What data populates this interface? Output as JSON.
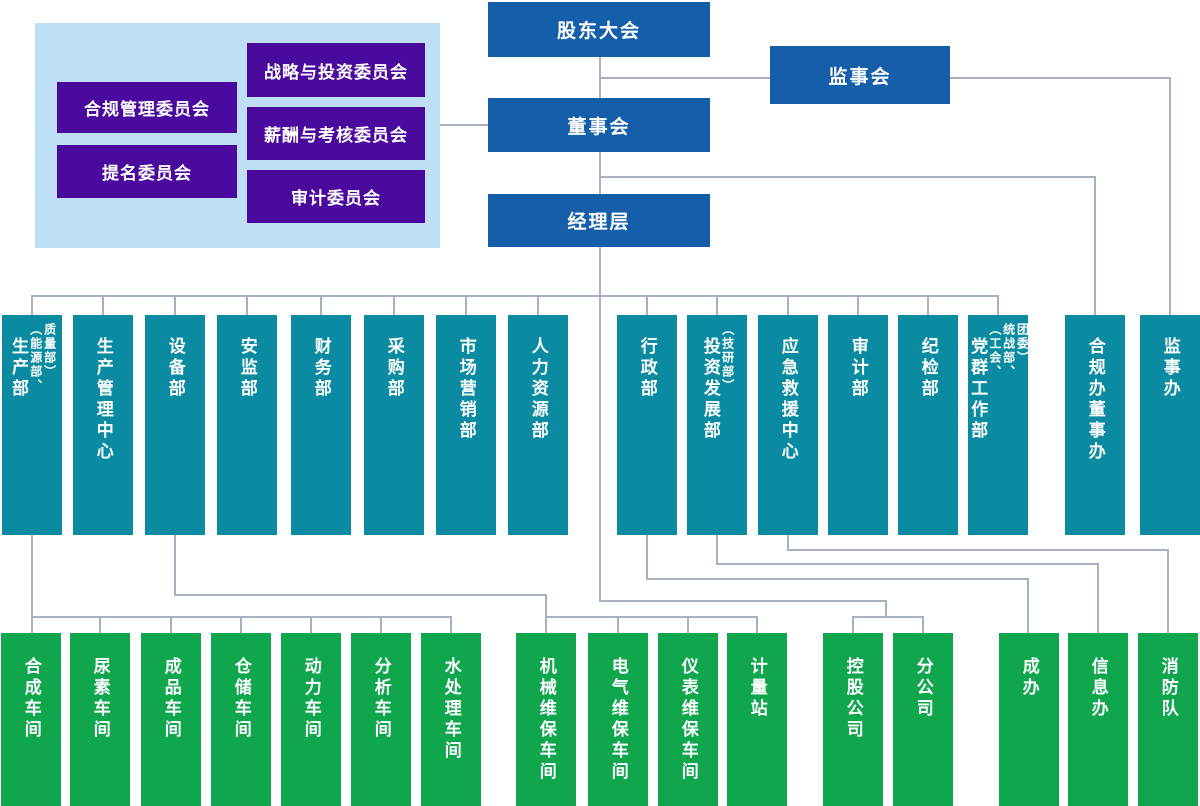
{
  "governance": {
    "shareholders_meeting": "股东大会",
    "supervisory_board": "监事会",
    "board_of_directors": "董事会",
    "management_team": "经理层"
  },
  "committee_panel": {
    "left": [
      {
        "label": "合规管理委员会"
      },
      {
        "label": "提名委员会"
      }
    ],
    "right": [
      {
        "label": "战略与投资委员会"
      },
      {
        "label": "薪酬与考核委员会"
      },
      {
        "label": "审计委员会"
      }
    ]
  },
  "departments": [
    {
      "label": "生产部",
      "note_cols": [
        "（能源部、",
        "质量部）"
      ]
    },
    {
      "label": "生产管理中心"
    },
    {
      "label": "设备部"
    },
    {
      "label": "安监部"
    },
    {
      "label": "财务部"
    },
    {
      "label": "采购部"
    },
    {
      "label": "市场营销部"
    },
    {
      "label": "人力资源部"
    },
    {
      "label": "行政部"
    },
    {
      "label": "投资发展部",
      "note_cols": [
        "（技研部）"
      ]
    },
    {
      "label": "应急救援中心"
    },
    {
      "label": "审计部"
    },
    {
      "label": "纪检部"
    },
    {
      "label": "党群工作部",
      "note_cols": [
        "（工会、",
        "统战部、",
        "团委）"
      ]
    },
    {
      "label": "合规办董事办"
    },
    {
      "label": "监事办"
    }
  ],
  "subordinate_units": [
    {
      "label": "合成车间"
    },
    {
      "label": "尿素车间"
    },
    {
      "label": "成品车间"
    },
    {
      "label": "仓储车间"
    },
    {
      "label": "动力车间"
    },
    {
      "label": "分析车间"
    },
    {
      "label": "水处理车间"
    },
    {
      "label": "机械维保车间"
    },
    {
      "label": "电气维保车间"
    },
    {
      "label": "仪表维保车间"
    },
    {
      "label": "计量站"
    },
    {
      "label": "控股公司"
    },
    {
      "label": "分公司"
    },
    {
      "label": "成办"
    },
    {
      "label": "信息办"
    },
    {
      "label": "消防队"
    }
  ],
  "colors": {
    "governance_blue": "#155faa",
    "department_teal": "#0a8ba1",
    "unit_green": "#10a64d",
    "committee_purple": "#4a0a9e",
    "panel_light_blue": "#bedff6",
    "connector_gray": "#a6b0bf"
  }
}
